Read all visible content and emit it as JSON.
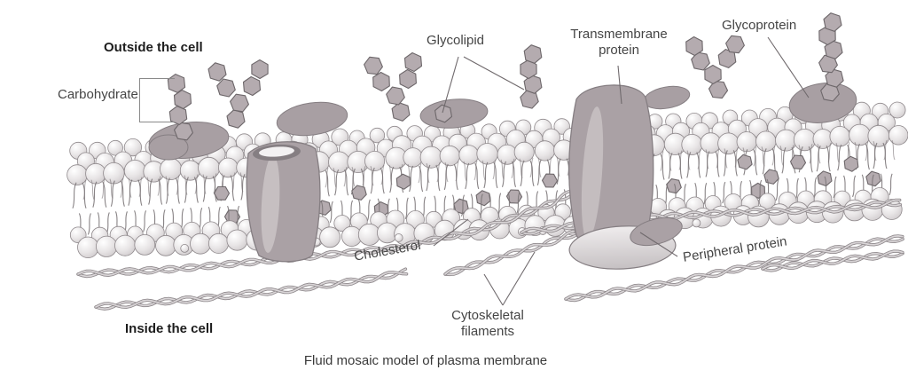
{
  "diagram": {
    "title": "Fluid mosaic model of plasma membrane",
    "regions": {
      "outside": "Outside the cell",
      "inside": "Inside the cell"
    },
    "labels": {
      "carbohydrate": "Carbohydrate",
      "glycolipid": "Glycolipid",
      "transmembrane_protein": "Transmembrane protein",
      "glycoprotein": "Glycoprotein",
      "cholesterol": "Cholesterol",
      "peripheral_protein": "Peripheral protein",
      "cytoskeletal_filaments": "Cytoskeletal filaments"
    },
    "colors": {
      "background": "#ffffff",
      "label_ink": "#454545",
      "bold_ink": "#1d1d1d",
      "line": "#6f696c",
      "head_stroke": "#8f898c",
      "head_light": "#ffffff",
      "head_mid": "#e7e4e5",
      "head_dark": "#cbc6c8",
      "tail": "#7b7578",
      "protein_fill": "#aaa1a5",
      "protein_stroke": "#857e82",
      "protein_highlight": "#cfc9cb",
      "hex_fill": "#b4abaf",
      "hex_stroke": "#6d676a",
      "patch_fill": "#a89fa3",
      "peripheral_light": "#efeced",
      "peripheral_dark": "#c5c0c2",
      "filament_edge": "#8f898c",
      "filament_fill": "#d9d5d7",
      "pore_rim": "#857e82",
      "pore_inner": "#f3f1f2"
    }
  }
}
